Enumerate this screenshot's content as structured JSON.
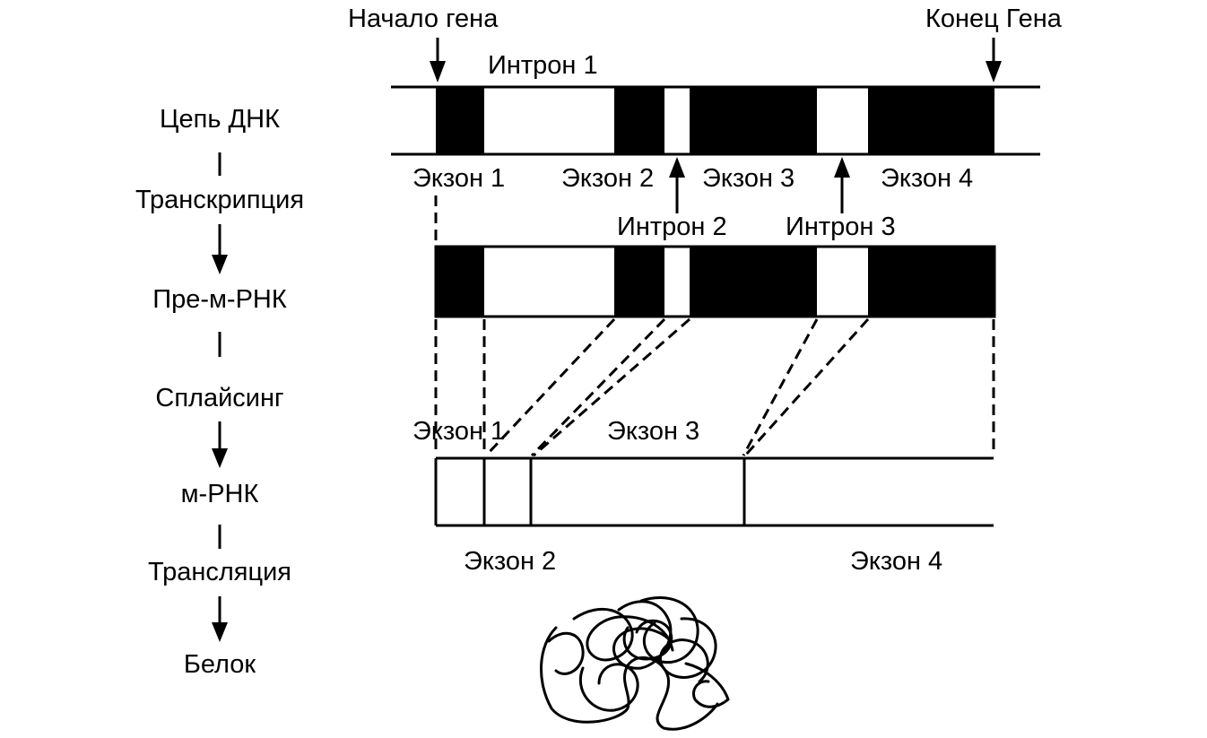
{
  "labels": {
    "gene_start": "Начало гена",
    "gene_end": "Конец Гена",
    "intron1": "Интрон 1",
    "intron2": "Интрон 2",
    "intron3": "Интрон 3",
    "exon1": "Экзон 1",
    "exon2": "Экзон 2",
    "exon3": "Экзон 3",
    "exon4": "Экзон 4"
  },
  "stages": {
    "dna": "Цепь ДНК",
    "transcription": "Транскрипция",
    "pre_mrna": "Пре-м-РНК",
    "splicing": "Сплайсинг",
    "mrna": "м-РНК",
    "translation": "Трансляция",
    "protein": "Белок"
  },
  "colors": {
    "ink": "#000000",
    "background": "#ffffff"
  }
}
